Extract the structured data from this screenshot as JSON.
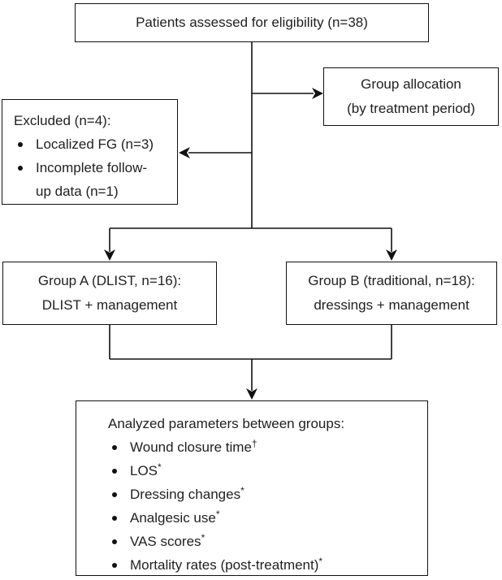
{
  "boxes": {
    "eligibility": {
      "text": "Patients assessed for eligibility (n=38)"
    },
    "allocation": {
      "line1": "Group allocation",
      "line2": "(by treatment period)"
    },
    "excluded": {
      "title": "Excluded (n=4):",
      "items": [
        "Localized FG (n=3)",
        "Incomplete follow-up data (n=1)"
      ]
    },
    "group_a": {
      "line1": "Group A (DLIST, n=16):",
      "line2": "DLIST + management"
    },
    "group_b": {
      "line1": "Group B (traditional, n=18):",
      "line2": "dressings + management"
    },
    "analyzed": {
      "title": "Analyzed parameters between groups:",
      "items": [
        {
          "label": "Wound closure time",
          "sup": "†"
        },
        {
          "label": "LOS",
          "sup": "*"
        },
        {
          "label": "Dressing changes",
          "sup": "*"
        },
        {
          "label": "Analgesic use",
          "sup": "*"
        },
        {
          "label": "VAS scores",
          "sup": "*"
        },
        {
          "label": "Mortality rates (post-treatment)",
          "sup": "*"
        }
      ]
    }
  },
  "colors": {
    "line": "#111111",
    "text": "#1f1f1f",
    "background": "#ffffff"
  }
}
